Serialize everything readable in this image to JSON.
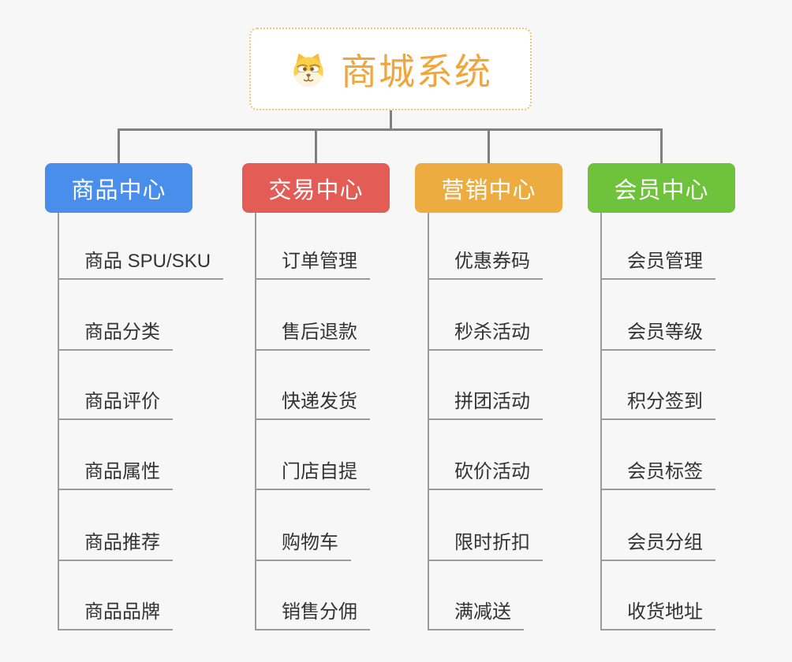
{
  "root": {
    "title": "商城系统",
    "icon": "dog-face-icon",
    "accent_color": "#f0a63c",
    "border_color": "#f2c27b"
  },
  "canvas": {
    "background_color": "#f7f7f7",
    "connector_color": "#808080",
    "underline_color": "#9b9b9b",
    "leaf_text_color": "#333333"
  },
  "branches": [
    {
      "label": "商品中心",
      "color": "#4a8eec",
      "children": [
        "商品 SPU/SKU",
        "商品分类",
        "商品评价",
        "商品属性",
        "商品推荐",
        "商品品牌"
      ]
    },
    {
      "label": "交易中心",
      "color": "#e45c56",
      "children": [
        "订单管理",
        "售后退款",
        "快递发货",
        "门店自提",
        "购物车",
        "销售分佣"
      ]
    },
    {
      "label": "营销中心",
      "color": "#ecac40",
      "children": [
        "优惠券码",
        "秒杀活动",
        "拼团活动",
        "砍价活动",
        "限时折扣",
        "满减送"
      ]
    },
    {
      "label": "会员中心",
      "color": "#6ec23c",
      "children": [
        "会员管理",
        "会员等级",
        "积分签到",
        "会员标签",
        "会员分组",
        "收货地址"
      ]
    }
  ]
}
